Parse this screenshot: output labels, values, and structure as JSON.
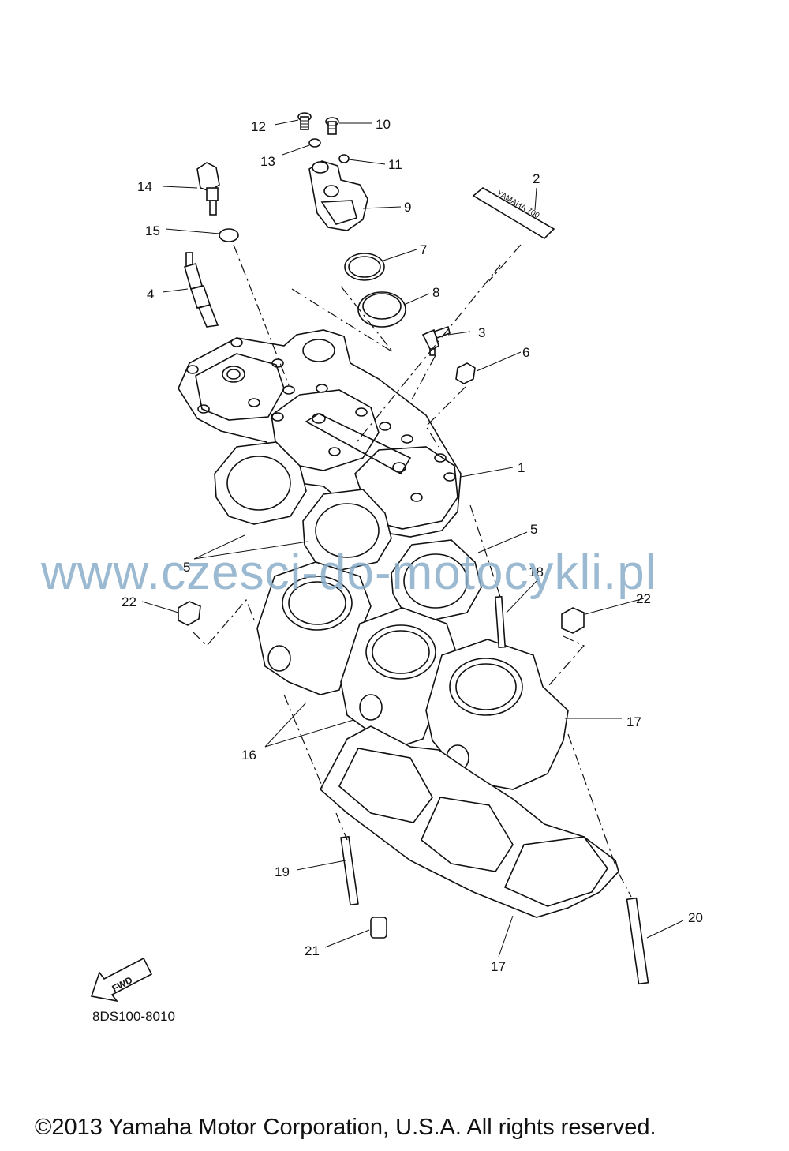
{
  "diagram": {
    "callouts": {
      "c1": "1",
      "c2": "2",
      "c3": "3",
      "c4": "4",
      "c5a": "5",
      "c5b": "5",
      "c6": "6",
      "c7": "7",
      "c8": "8",
      "c9": "9",
      "c10": "10",
      "c11": "11",
      "c12": "12",
      "c13": "13",
      "c14": "14",
      "c15": "15",
      "c16": "16",
      "c17a": "17",
      "c17b": "17",
      "c18": "18",
      "c19": "19",
      "c20": "20",
      "c21": "21",
      "c22a": "22",
      "c22b": "22"
    },
    "fwd_label": "FWD",
    "decal_text": "YAMAHA 700",
    "code": "8DS100-8010",
    "watermark": "www.czesci-do-motocykli.pl",
    "copyright": "©2013 Yamaha Motor Corporation, U.S.A. All rights reserved."
  }
}
